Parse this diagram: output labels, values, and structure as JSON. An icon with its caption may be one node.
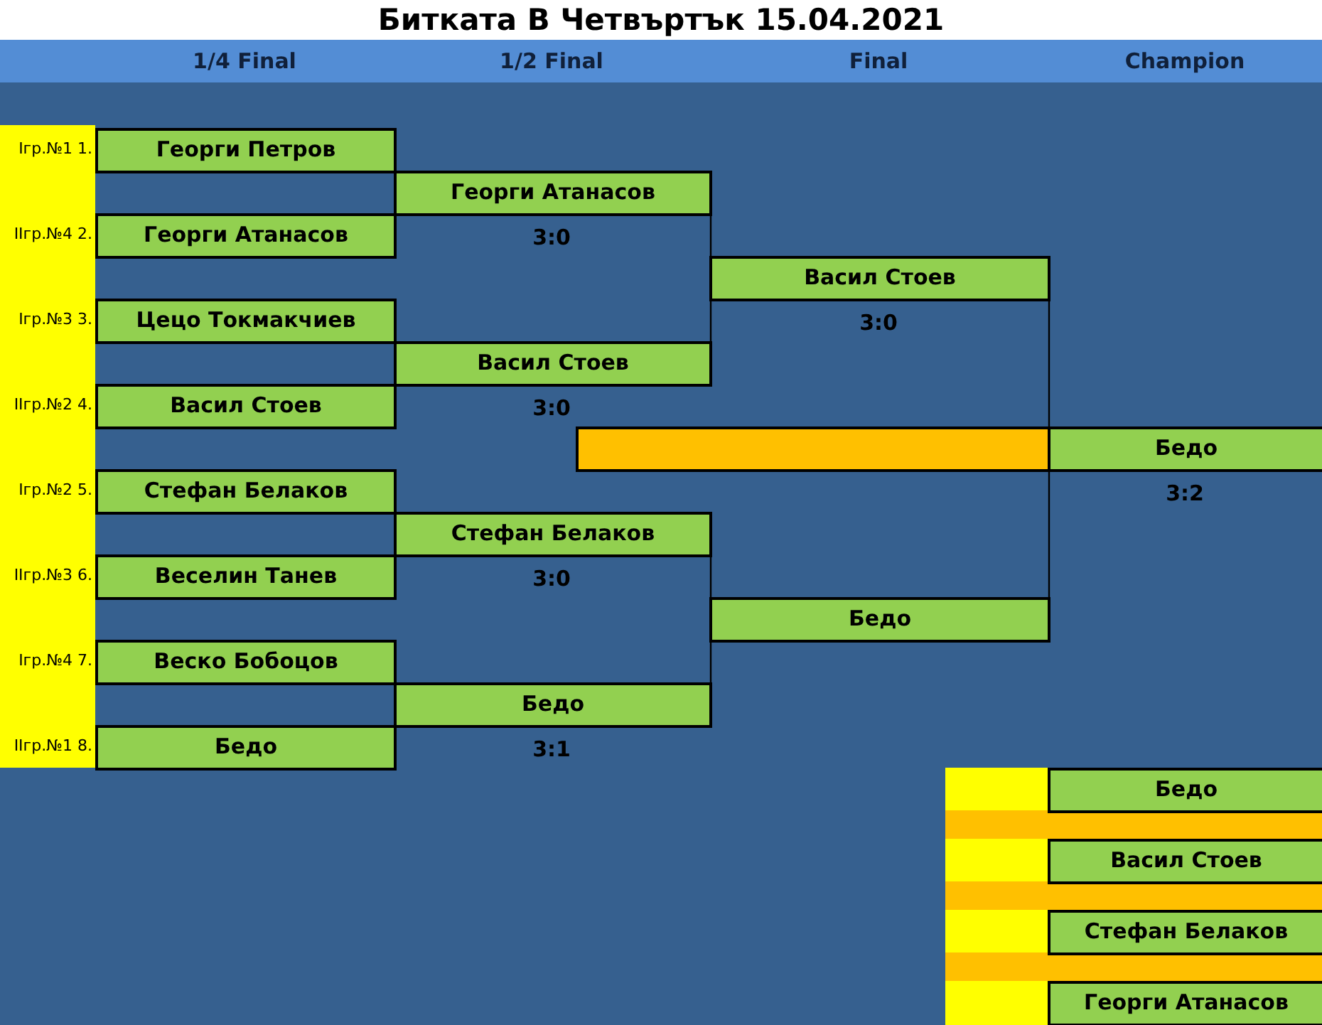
{
  "diagram": {
    "title": "Битката В Четвъртък 15.04.2021",
    "nodes": [
      {
        "text": [
          "Георги Петров"
        ],
        "beside": [
          "Iгр.№1 1."
        ]
      },
      {
        "text": [
          "Георги Атанасов"
        ],
        "beside": [
          "IIгр.№4 2."
        ]
      },
      {
        "text": [
          "Цецо Токмакчиев"
        ],
        "beside": [
          "Iгр.№3 3."
        ]
      },
      {
        "text": [
          "Васил Стоев"
        ],
        "beside": [
          "IIгр.№2 4."
        ]
      },
      {
        "text": [
          "Стефан Белаков"
        ],
        "beside": [
          "Iгр.№2 5."
        ]
      },
      {
        "text": [
          "Веселин Танев"
        ],
        "beside": [
          "IIгр.№3 6."
        ]
      },
      {
        "text": [
          "Веско Бобоцов"
        ],
        "beside": [
          "Iгр.№4 7."
        ]
      },
      {
        "text": [
          "Бедо"
        ],
        "beside": [
          "IIгр.№1 8."
        ]
      },
      {
        "text": [
          "Георги Атанасов"
        ],
        "beside": [
          "3:0"
        ]
      },
      {
        "text": [
          "Васил Стоев"
        ],
        "beside": [
          "3:0"
        ]
      },
      {
        "text": [
          "Стефан Белаков"
        ],
        "beside": [
          "3:0"
        ]
      },
      {
        "text": [
          "Бедо"
        ],
        "beside": [
          "3:1"
        ]
      },
      {
        "text": [
          "Васил Стоев"
        ],
        "beside": [
          "3:0"
        ]
      },
      {
        "text": [
          "Бедо"
        ]
      },
      {
        "text": [],
        "shape": "bar"
      },
      {
        "text": [
          "Бедо"
        ],
        "beside": [
          "3:2"
        ]
      },
      {
        "text": [
          "Бедо"
        ]
      },
      {
        "text": [
          "Васил Стоев"
        ]
      },
      {
        "text": [
          "Стефан Белаков"
        ]
      },
      {
        "text": [
          "Георги Атанасов"
        ]
      }
    ],
    "edges": [
      {
        "from": 8,
        "to": 12,
        "arrow": "none"
      },
      {
        "from": 9,
        "to": 12,
        "arrow": "none"
      },
      {
        "from": 10,
        "to": 13,
        "arrow": "none"
      },
      {
        "from": 11,
        "to": 13,
        "arrow": "none"
      },
      {
        "from": 12,
        "to": 15,
        "arrow": "none"
      },
      {
        "from": 13,
        "to": 15,
        "arrow": "none"
      }
    ],
    "labels": [
      "1/4 Final",
      "1/2 Final",
      "Final",
      "Champion"
    ]
  }
}
